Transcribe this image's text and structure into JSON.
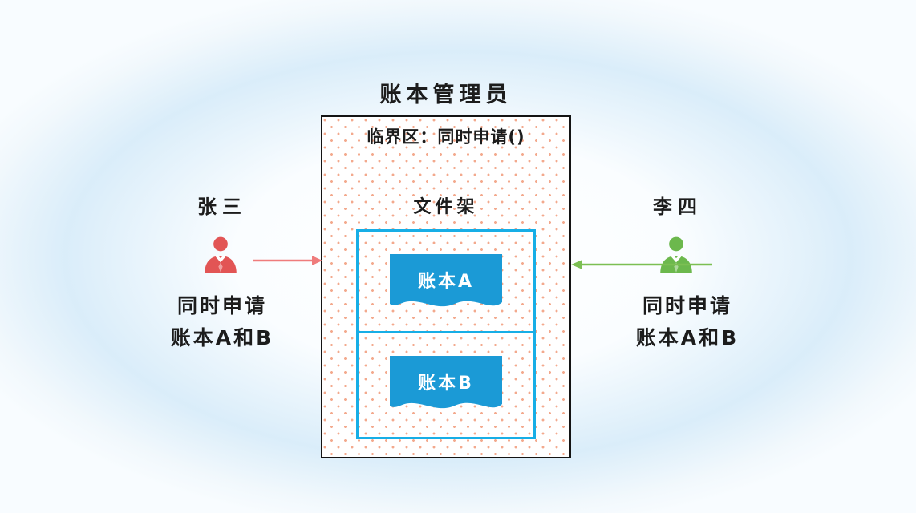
{
  "diagram": {
    "title": "账本管理员",
    "box": {
      "critical_label": "临界区：同时申请()",
      "rack_label": "文件架",
      "ledger_a": "账本A",
      "ledger_b": "账本B"
    },
    "left": {
      "name": "张三",
      "request_line1": "同时申请",
      "request_line2": "账本A和B"
    },
    "right": {
      "name": "李四",
      "request_line1": "同时申请",
      "request_line2": "账本A和B"
    },
    "colors": {
      "left_actor": "#e25555",
      "right_actor": "#6cb84d",
      "left_arrow": "#ef7c7c",
      "right_arrow": "#7cbf53",
      "ledger_fill": "#1b9ad6",
      "rack_border": "#17aee6",
      "dot": "#f3a98d"
    }
  }
}
